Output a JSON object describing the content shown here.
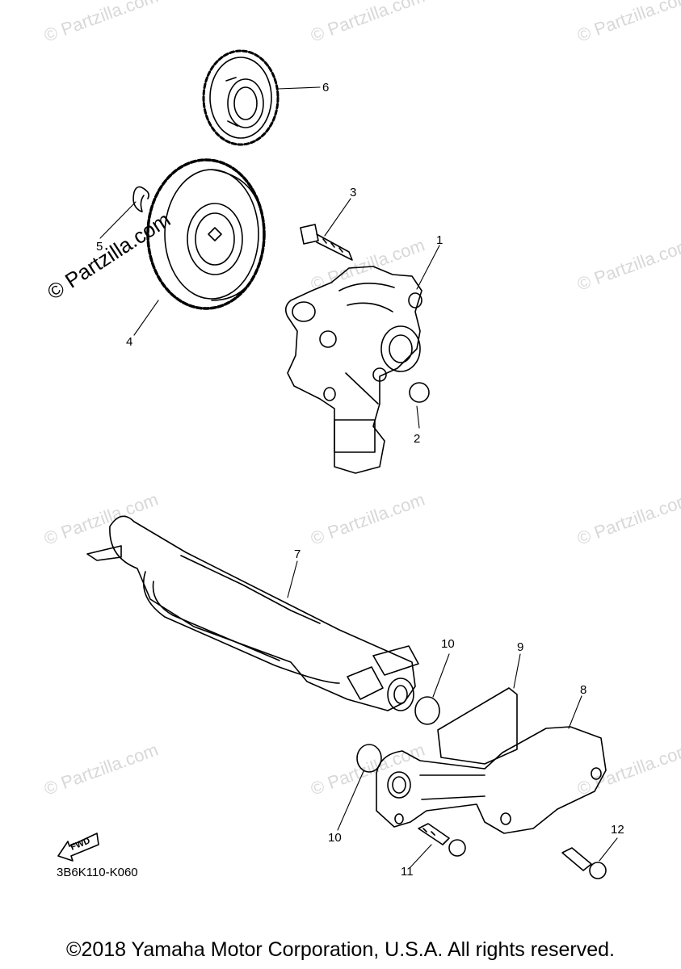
{
  "watermark": "© Partzilla.com",
  "watermark_prominent": "© Partzilla.com",
  "callouts": [
    "1",
    "2",
    "3",
    "4",
    "5",
    "6",
    "7",
    "8",
    "9",
    "10",
    "10",
    "11",
    "12"
  ],
  "fwd_label": "FWD",
  "diagram_code": "3B6K110-K060",
  "copyright": "©2018 Yamaha Motor Corporation, U.S.A. All rights reserved."
}
